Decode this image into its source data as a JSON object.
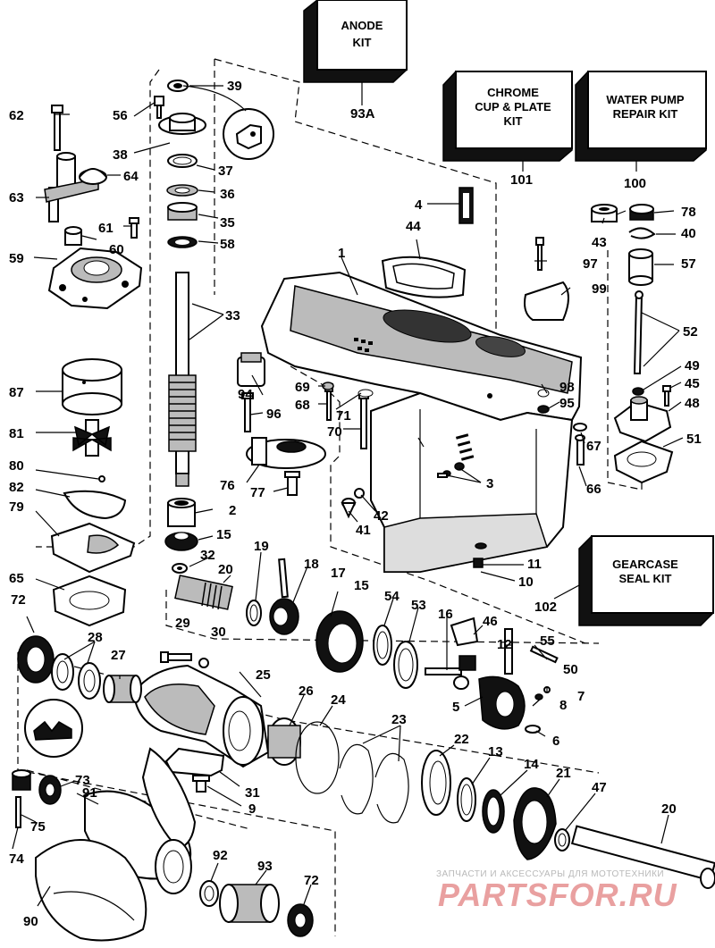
{
  "kits": [
    {
      "id": "anode",
      "lines": [
        "ANODE",
        "KIT"
      ],
      "ref": "93A"
    },
    {
      "id": "chrome",
      "lines": [
        "CHROME",
        "CUP & PLATE",
        "KIT"
      ],
      "ref": "101"
    },
    {
      "id": "waterpump",
      "lines": [
        "WATER PUMP",
        "REPAIR KIT"
      ],
      "ref": "100"
    },
    {
      "id": "gearcase",
      "lines": [
        "GEARCASE",
        "SEAL KIT"
      ],
      "ref": "102"
    }
  ],
  "callouts": [
    "1",
    "2",
    "3",
    "4",
    "5",
    "6",
    "7",
    "8",
    "9",
    "10",
    "11",
    "12",
    "13",
    "14",
    "15",
    "15",
    "16",
    "17",
    "18",
    "19",
    "20",
    "20",
    "21",
    "22",
    "23",
    "24",
    "25",
    "26",
    "27",
    "28",
    "29",
    "30",
    "31",
    "32",
    "33",
    "35",
    "36",
    "37",
    "38",
    "39",
    "40",
    "41",
    "42",
    "43",
    "44",
    "45",
    "46",
    "47",
    "48",
    "49",
    "50",
    "51",
    "52",
    "53",
    "54",
    "55",
    "56",
    "57",
    "58",
    "59",
    "60",
    "61",
    "62",
    "63",
    "64",
    "65",
    "66",
    "67",
    "68",
    "69",
    "70",
    "71",
    "72",
    "72",
    "73",
    "74",
    "75",
    "76",
    "77",
    "78",
    "79",
    "80",
    "81",
    "82",
    "87",
    "90",
    "91",
    "92",
    "93",
    "94",
    "95",
    "96",
    "97",
    "98",
    "99"
  ],
  "watermark": {
    "tagline": "ЗАПЧАСТИ И АКСЕССУАРЫ ДЛЯ МОТОТЕХНИКИ",
    "brand": "PARTSFOR.RU"
  }
}
